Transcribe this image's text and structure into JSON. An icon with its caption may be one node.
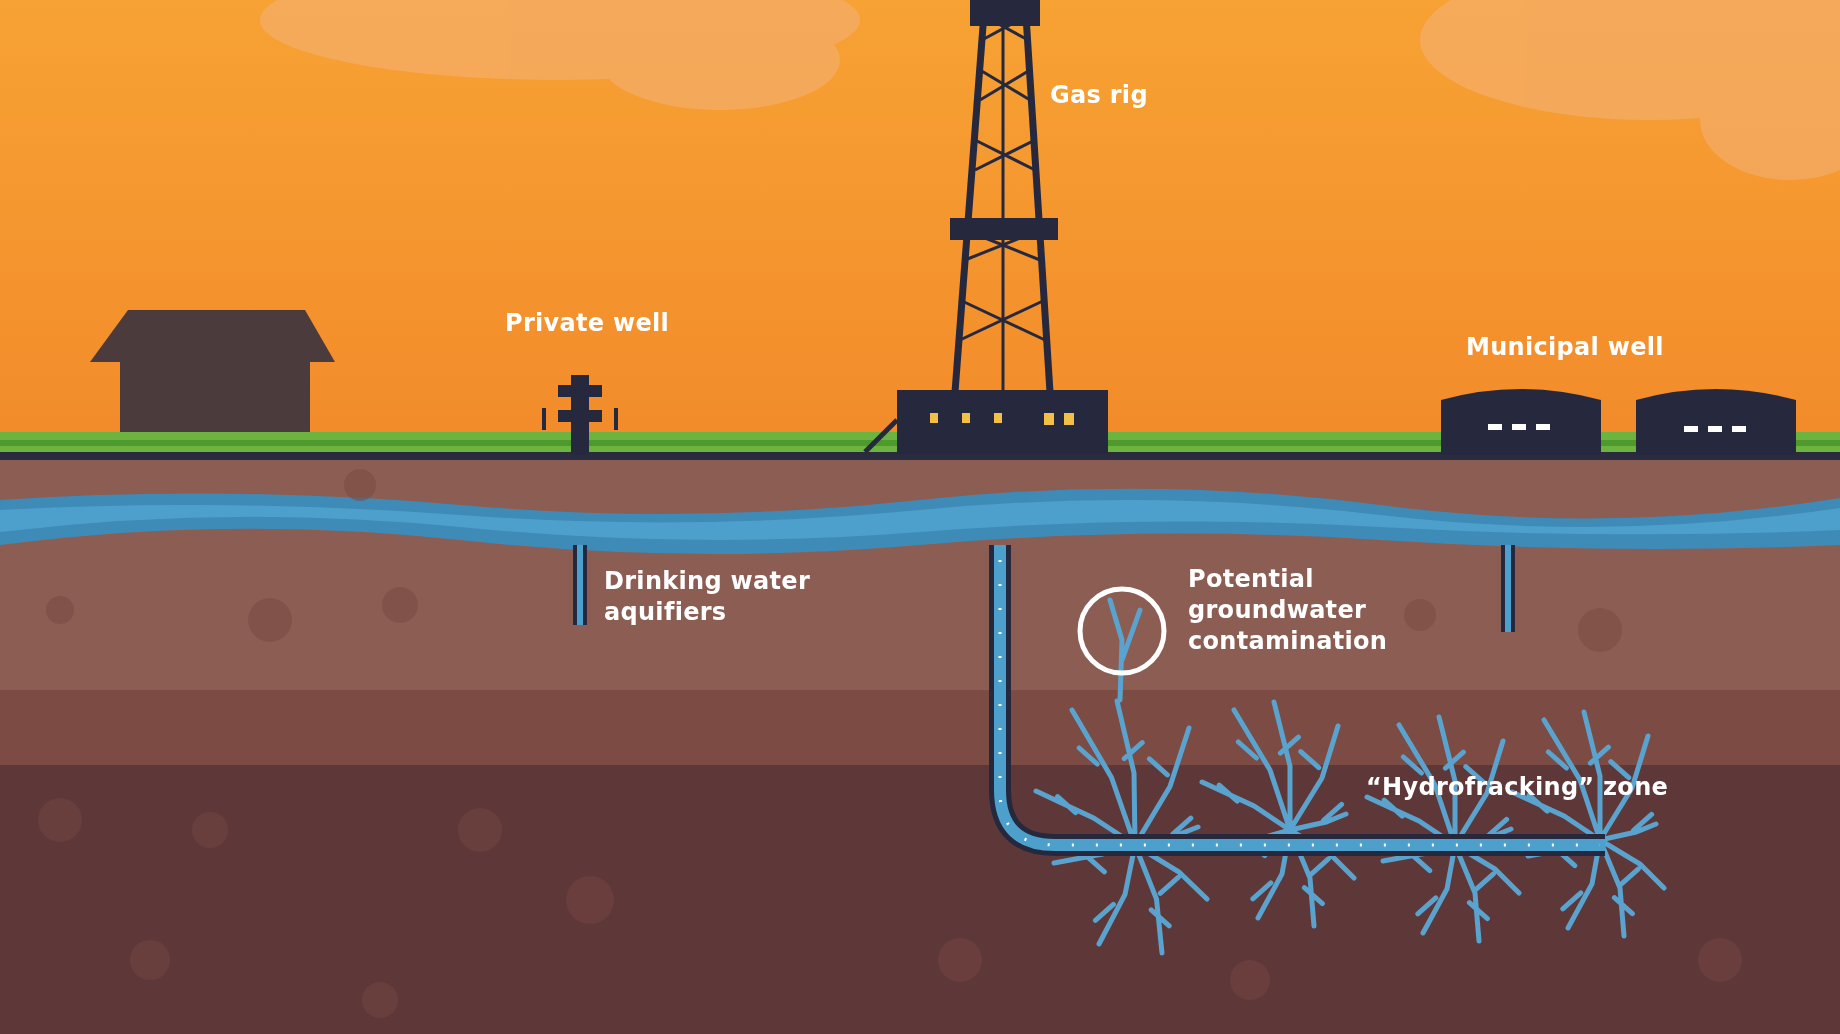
{
  "diagram": {
    "labels": [
      "Gas rig",
      "Private well",
      "Municipal well",
      "Drinking water aquifiers",
      "Potential groundwater contamination",
      "“Hydrofracking” zone"
    ]
  }
}
